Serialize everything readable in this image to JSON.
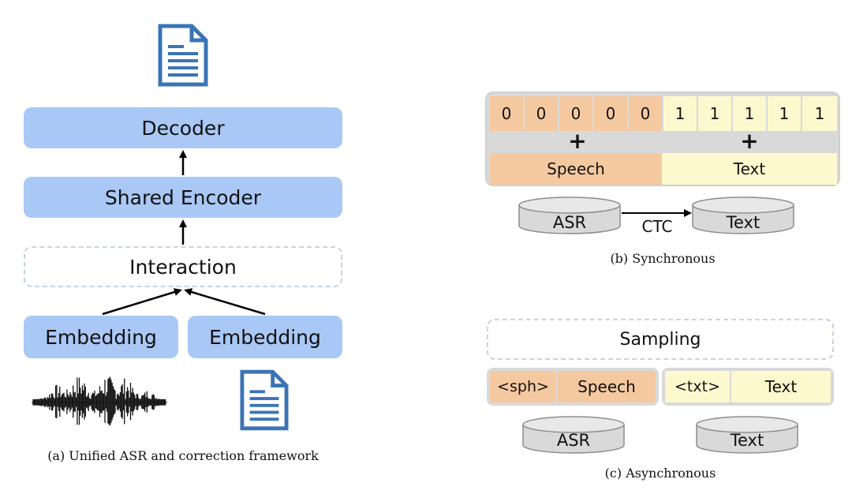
{
  "panel_a": {
    "decoder": "Decoder",
    "shared_encoder": "Shared Encoder",
    "interaction": "Interaction",
    "embedding_left": "Embedding",
    "embedding_right": "Embedding",
    "caption": "(a) Unified ASR and correction framework"
  },
  "panel_b": {
    "speech_ids": [
      "0",
      "0",
      "0",
      "0",
      "0"
    ],
    "text_ids": [
      "1",
      "1",
      "1",
      "1",
      "1"
    ],
    "plus_left": "+",
    "plus_right": "+",
    "speech_label": "Speech",
    "text_label": "Text",
    "asr_db": "ASR",
    "text_db": "Text",
    "ctc_label": "CTC",
    "caption": "(b) Synchronous"
  },
  "panel_c": {
    "sampling": "Sampling",
    "sph_tag": "<sph>",
    "speech_label": "Speech",
    "txt_tag": "<txt>",
    "text_label": "Text",
    "asr_db": "ASR",
    "text_db": "Text",
    "caption": "(c) Asynchronous"
  },
  "colors": {
    "blue_box": "#a9c8f5",
    "doc_icon": "#3a74b5",
    "speech_orange": "#f5c9a0",
    "text_yellow": "#fdf9cf",
    "container_gray": "#d9d9d9"
  },
  "icons": [
    "document-icon",
    "waveform-icon"
  ]
}
